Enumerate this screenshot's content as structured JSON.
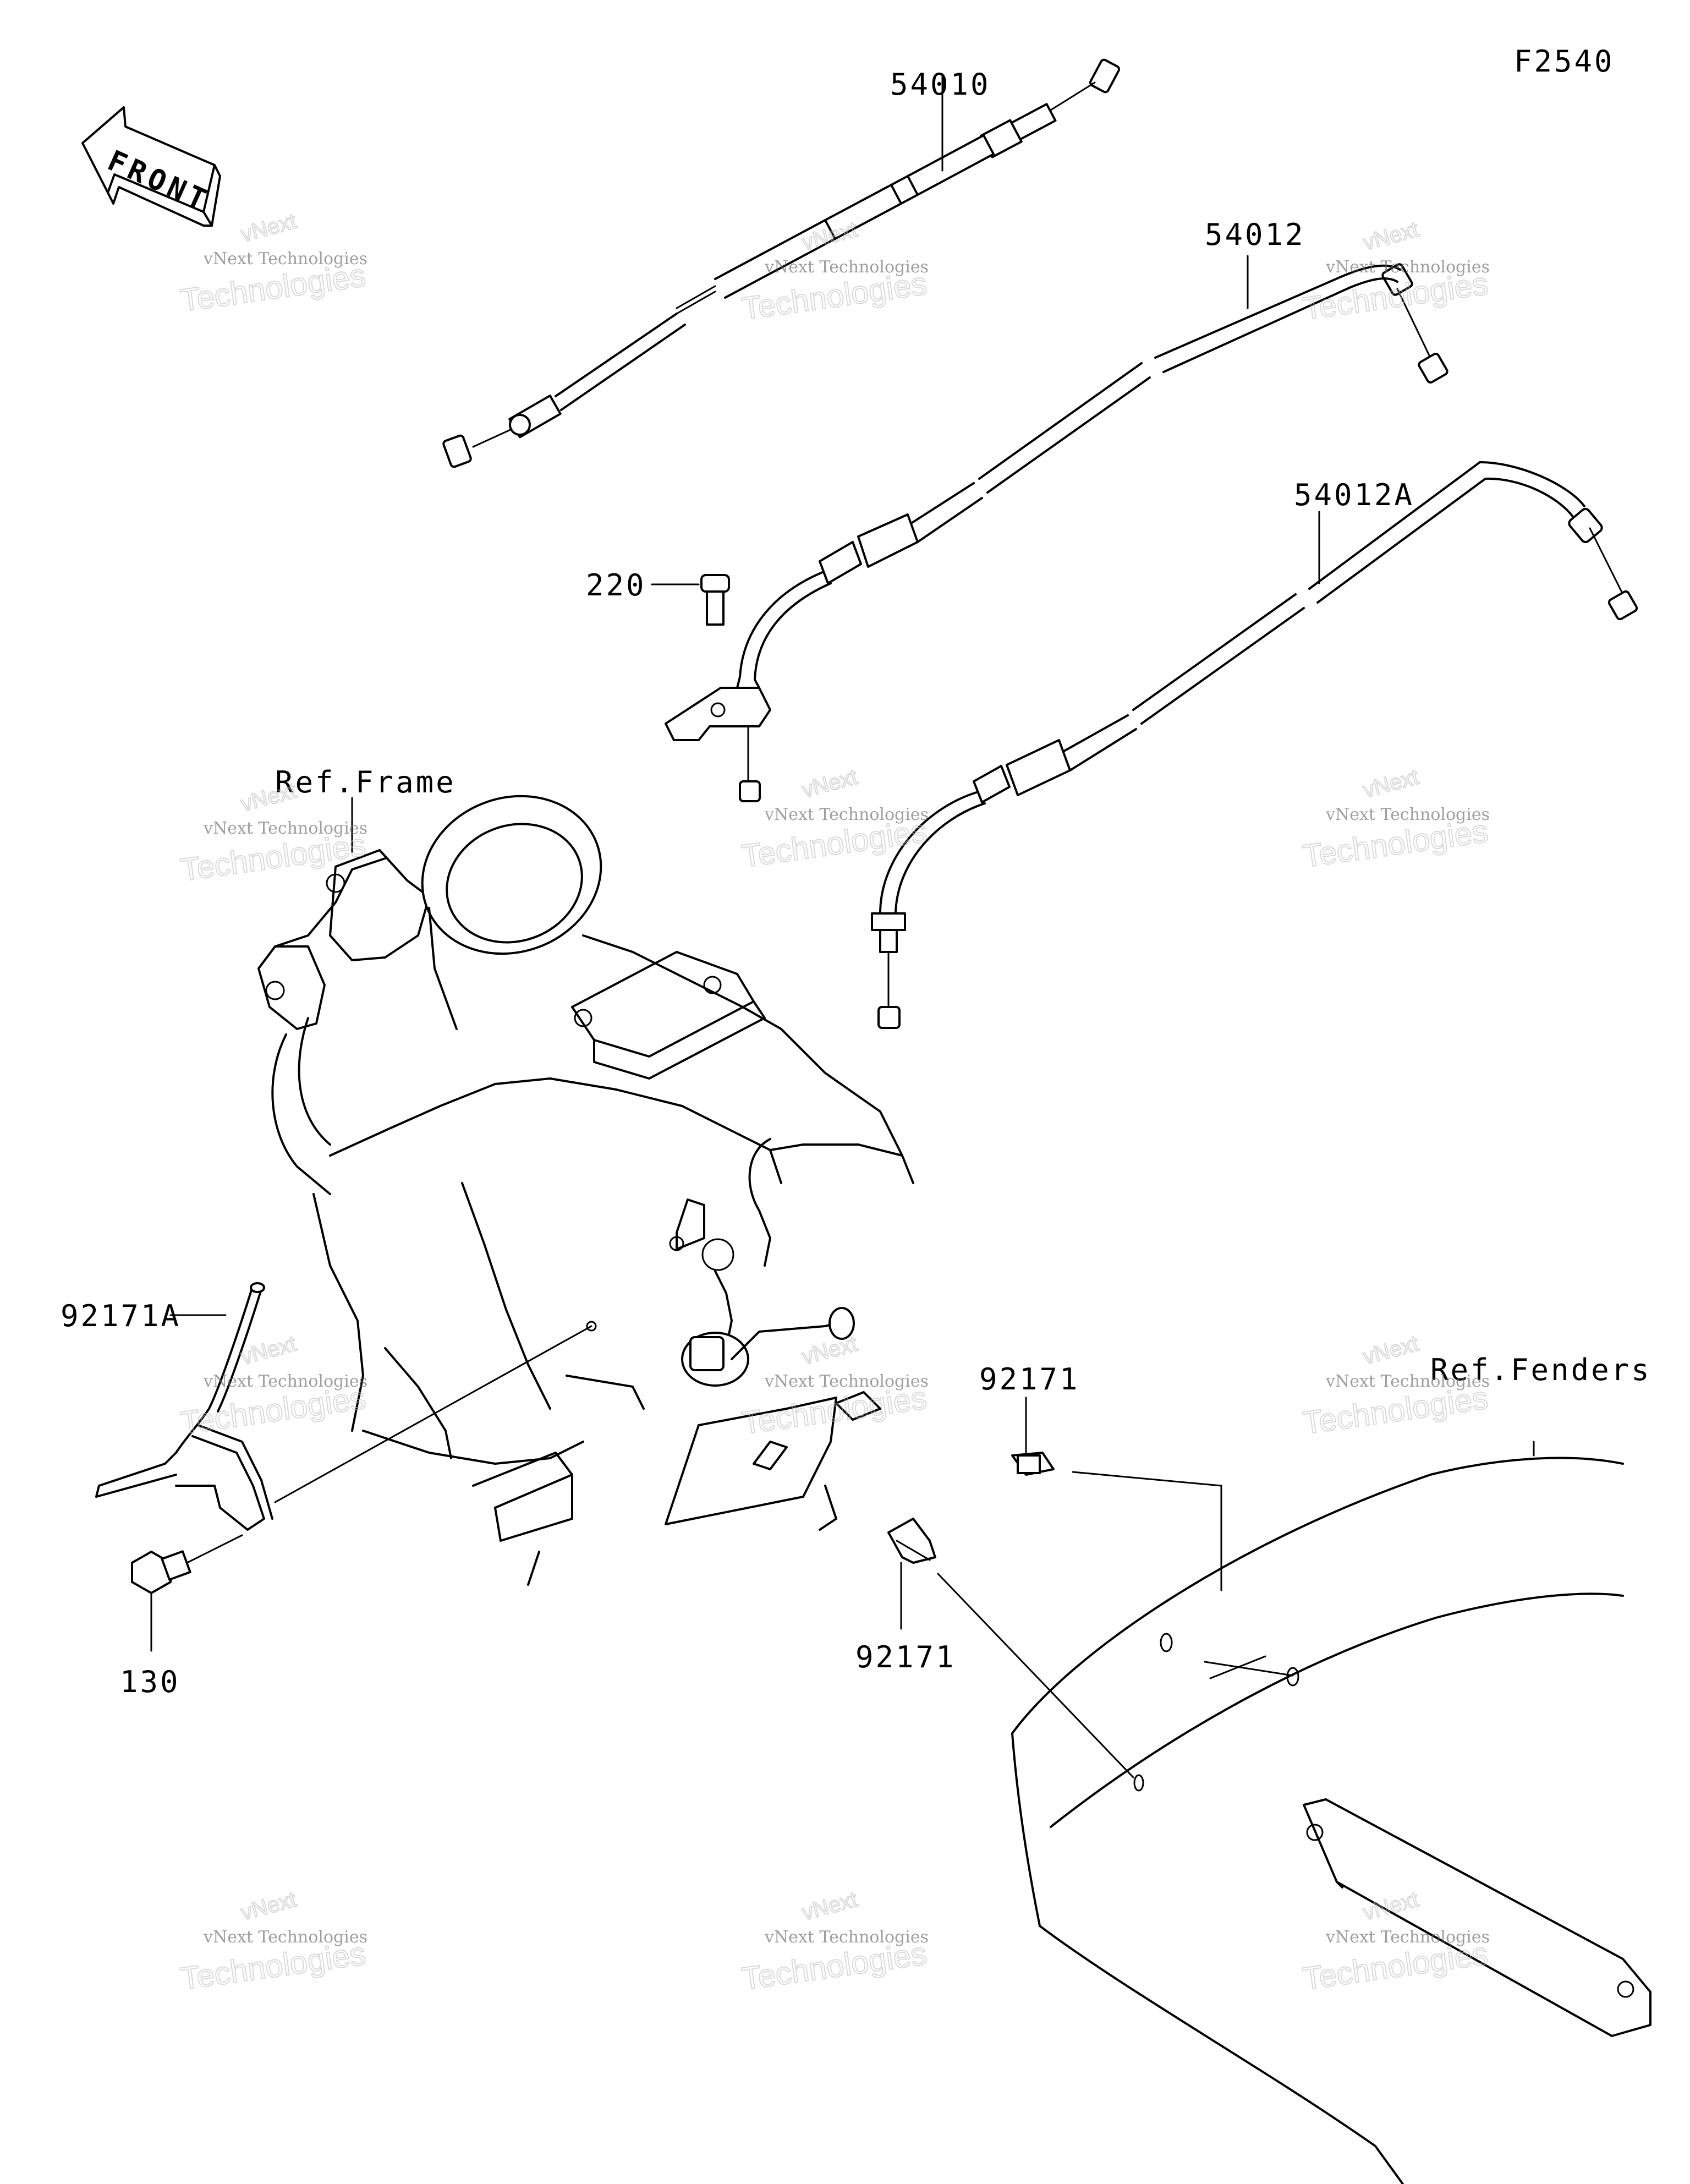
{
  "figure_code": "F2540",
  "front_arrow_label": "FRONT",
  "parts": {
    "p54010": "54010",
    "p54012": "54012",
    "p54012A": "54012A",
    "p220": "220",
    "p92171A": "92171A",
    "p130": "130",
    "p92171_top": "92171",
    "p92171_bottom": "92171"
  },
  "references": {
    "frame": "Ref.Frame",
    "fenders": "Ref.Fenders"
  },
  "watermark": {
    "line1": "vNext Technologies",
    "line2": "Technologies",
    "line3": "vNext"
  }
}
